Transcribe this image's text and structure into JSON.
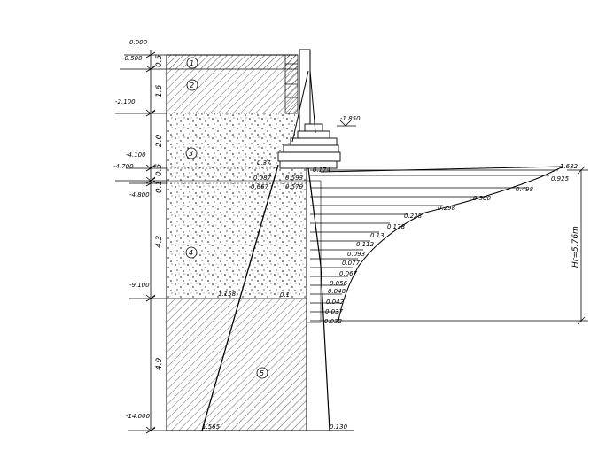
{
  "elevations": {
    "top": "0.000",
    "e1": "-0.500",
    "e2": "-2.100",
    "e3": "-4.100",
    "e4": "-4.700",
    "e5": "-4.800",
    "e6": "-9.100",
    "e7": "-14.000",
    "foundation": "-1.850"
  },
  "thicknesses": [
    "0.5",
    "1.6",
    "2.0",
    "0.5",
    "0.1",
    "4.3",
    "4.9"
  ],
  "layers": [
    "1",
    "2",
    "3",
    "4",
    "5"
  ],
  "left_values": [
    "0.37",
    "0.087",
    "0.667",
    "1.158",
    "1.565"
  ],
  "right_values": [
    "0.174",
    "0.593",
    "0.579",
    "0.1"
  ],
  "decay_values": [
    "1.682",
    "0.925",
    "0.498",
    "0.380",
    "0.298",
    "0.228",
    "0.178",
    "0.13",
    "0.112",
    "0.093",
    "0.077",
    "0.067",
    "0.056",
    "0.048",
    "0.042",
    "0.037",
    "0.032"
  ],
  "bottom_value": "0.130",
  "depth_label": "Hr=5.76m"
}
